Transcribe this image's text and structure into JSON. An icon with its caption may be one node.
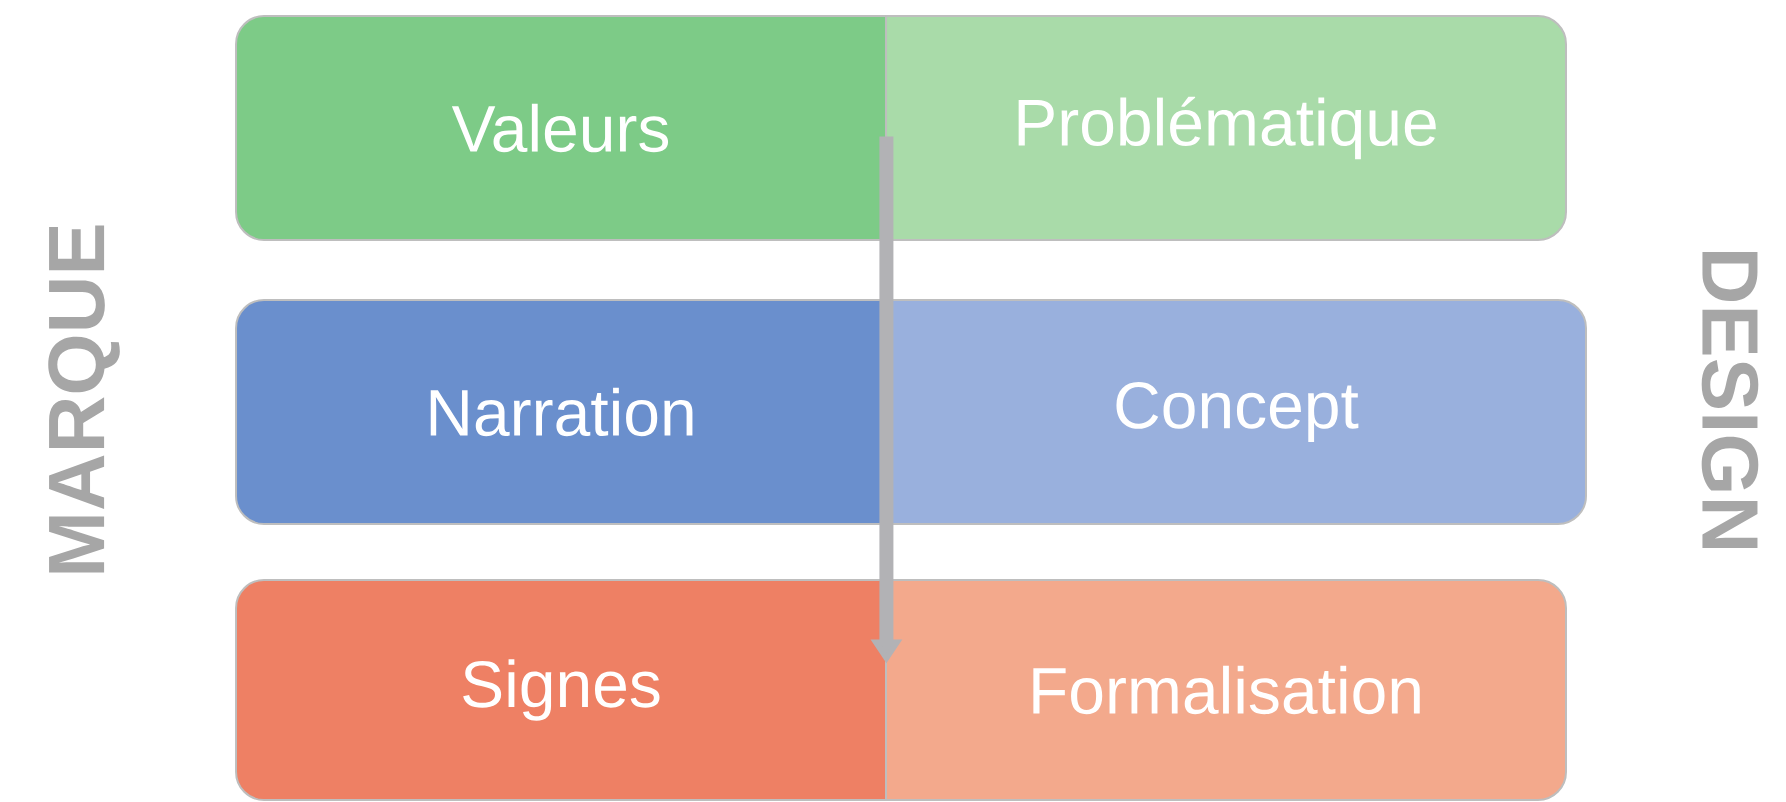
{
  "diagram": {
    "nodes": [
      {
        "text": [
          "Valeurs"
        ]
      },
      {
        "text": [
          "Problématique"
        ]
      },
      {
        "text": [
          "Narration"
        ]
      },
      {
        "text": [
          "Concept"
        ]
      },
      {
        "text": [
          "Signes"
        ]
      },
      {
        "text": [
          "Formalisation"
        ]
      }
    ],
    "edges": [
      {
        "from": 0,
        "to": 4,
        "arrow": "to"
      }
    ],
    "labels": [
      "MARQUE",
      "DESIGN"
    ]
  }
}
